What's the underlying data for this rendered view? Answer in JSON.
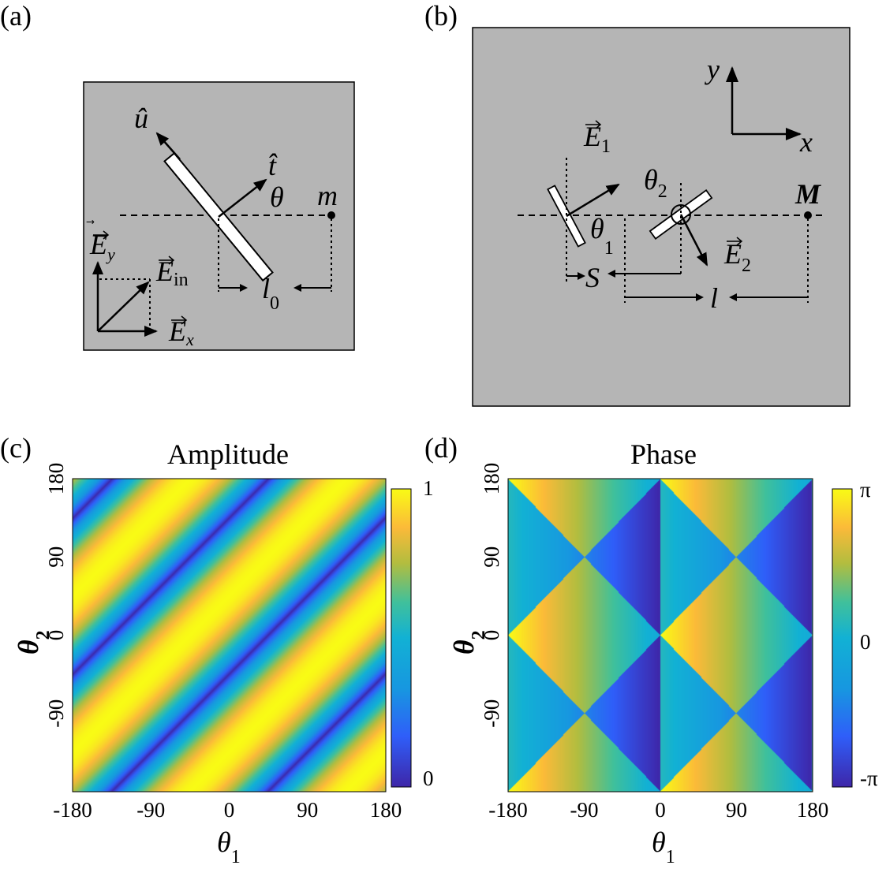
{
  "panels": {
    "a": {
      "label": "(a)",
      "labels": {
        "u_hat": "û",
        "t_hat": "t̂",
        "theta": "θ",
        "m": "m",
        "E_y": "E",
        "E_y_sub": "y",
        "E_in": "E",
        "E_in_sub": "in",
        "E_x": "E",
        "E_x_sub": "x",
        "l0": "l",
        "l0_sub": "0"
      }
    },
    "b": {
      "label": "(b)",
      "labels": {
        "y": "y",
        "x": "x",
        "E1": "E",
        "E1_sub": "1",
        "theta2": "θ",
        "theta2_sub": "2",
        "M": "M",
        "theta1": "θ",
        "theta1_sub": "1",
        "S": "S",
        "E2": "E",
        "E2_sub": "2",
        "l": "l"
      }
    },
    "c": {
      "label": "(c)"
    },
    "d": {
      "label": "(d)"
    }
  },
  "chart_data": [
    {
      "type": "heatmap",
      "title": "Amplitude",
      "xlabel": "θ",
      "xlabel_sub": "1",
      "ylabel": "θ",
      "ylabel_sub": "2",
      "xlim": [
        -180,
        180
      ],
      "ylim": [
        -180,
        180
      ],
      "xticks": [
        "-180",
        "-90",
        "0",
        "90",
        "180"
      ],
      "yticks": [
        "-90",
        "0",
        "90",
        "180"
      ],
      "colorbar": {
        "min_label": "0",
        "max_label": "1"
      },
      "colormap": [
        "#3e26a8",
        "#2f5ef9",
        "#12b1d4",
        "#40c09b",
        "#b2bd3f",
        "#fbba39",
        "#f9fb15"
      ],
      "data_description": "|cos| of (θ1-θ2) periodic stripes along diagonal, period 180°"
    },
    {
      "type": "heatmap",
      "title": "Phase",
      "xlabel": "θ",
      "xlabel_sub": "1",
      "ylabel": "θ",
      "ylabel_sub": "2",
      "xlim": [
        -180,
        180
      ],
      "ylim": [
        -180,
        180
      ],
      "xticks": [
        "-180",
        "-90",
        "0",
        "90",
        "180"
      ],
      "yticks": [
        "-90",
        "0",
        "90",
        "180"
      ],
      "colorbar": {
        "min_label": "-π",
        "mid_label": "0",
        "max_label": "π"
      },
      "colormap": [
        "#3e26a8",
        "#2f5ef9",
        "#12b1d4",
        "#40c09b",
        "#b2bd3f",
        "#fbba39",
        "#f9fb15"
      ]
    }
  ]
}
